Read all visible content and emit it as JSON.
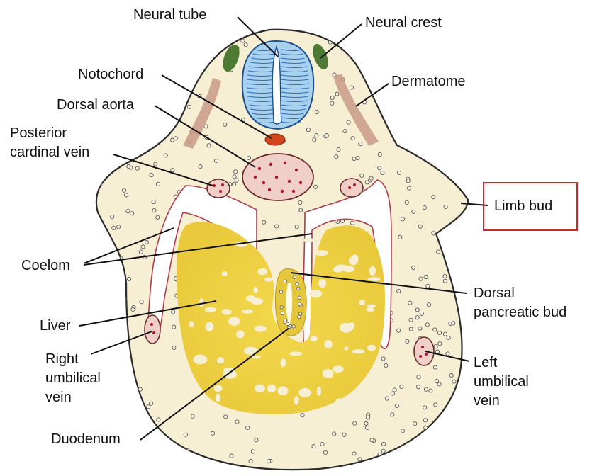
{
  "labels": {
    "neural_tube": "Neural tube",
    "neural_crest": "Neural crest",
    "notochord": "Notochord",
    "dermatome": "Dermatome",
    "dorsal_aorta": "Dorsal aorta",
    "posterior_cardinal_vein": [
      "Posterior",
      "cardinal vein"
    ],
    "limb_bud": "Limb bud",
    "coelom": "Coelom",
    "dorsal_pancreatic_bud": [
      "Dorsal",
      "pancreatic bud"
    ],
    "liver": "Liver",
    "right_umbilical_vein": [
      "Right",
      "umbilical",
      "vein"
    ],
    "left_umbilical_vein": [
      "Left",
      "umbilical",
      "vein"
    ],
    "duodenum": "Duodenum"
  },
  "colors": {
    "mesenchyme": "#f7efd4",
    "outline": "#2b2b2b",
    "neural_tube": "#a9d1ee",
    "neural_tube_lines": "#2f6db3",
    "neural_crest": "#4e7a34",
    "dermatome": "#c99a86",
    "notochord": "#d2451c",
    "vessel": "#efcfc7",
    "vessel_dots": "#b0142c",
    "coelom_wall": "#b23a4a",
    "liver": "#efd145",
    "highlight": "#c62a2a"
  }
}
